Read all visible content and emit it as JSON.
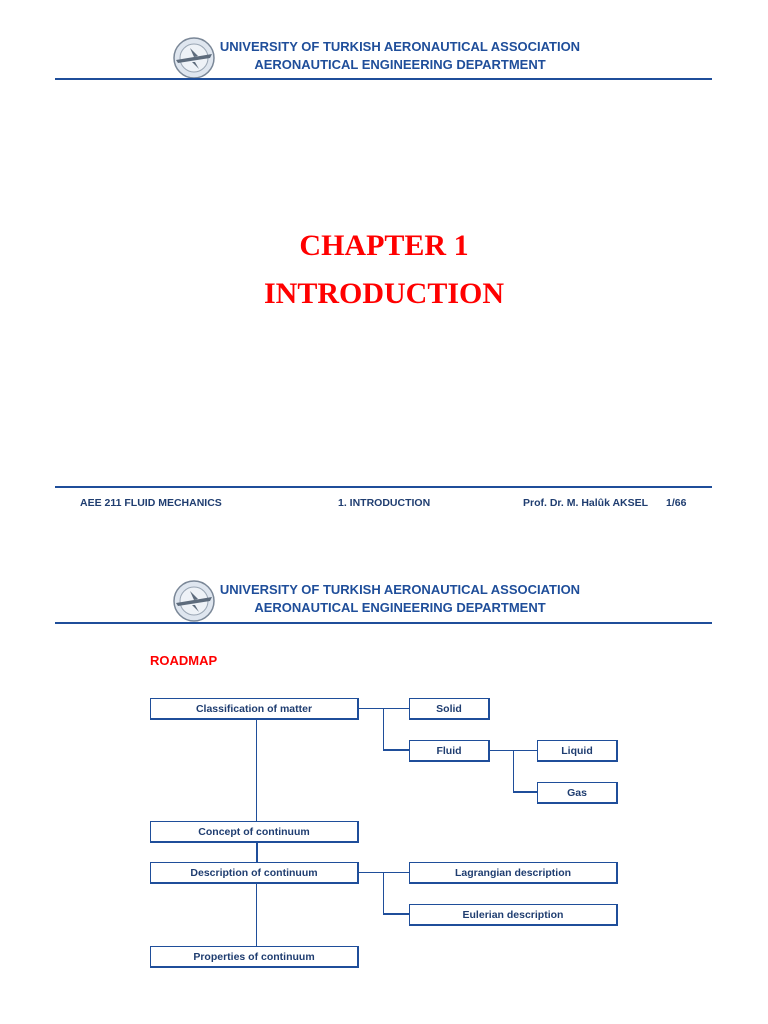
{
  "slide1": {
    "header": {
      "line1": "UNIVERSITY OF TURKISH AERONAUTICAL ASSOCIATION",
      "line2": "AERONAUTICAL ENGINEERING DEPARTMENT",
      "logo_icon": "university-seal-icon"
    },
    "title": {
      "line1": "CHAPTER 1",
      "line2": "INTRODUCTION"
    },
    "footer": {
      "course": "AEE 211 FLUID MECHANICS",
      "chapter": "1. INTRODUCTION",
      "author": "Prof. Dr. M. Halûk AKSEL",
      "page": "1/66"
    }
  },
  "slide2": {
    "header": {
      "line1": "UNIVERSITY OF TURKISH AERONAUTICAL ASSOCIATION",
      "line2": "AERONAUTICAL ENGINEERING DEPARTMENT",
      "logo_icon": "university-seal-icon"
    },
    "roadmap": {
      "title": "ROADMAP",
      "classification": "Classification of matter",
      "solid": "Solid",
      "fluid": "Fluid",
      "liquid": "Liquid",
      "gas": "Gas",
      "concept": "Concept of continuum",
      "description": "Description of continuum",
      "lagrangian": "Lagrangian description",
      "eulerian": "Eulerian description",
      "properties": "Properties of continuum"
    }
  },
  "colors": {
    "brand_blue": "#1f4e9a",
    "title_red": "#ff0000"
  }
}
